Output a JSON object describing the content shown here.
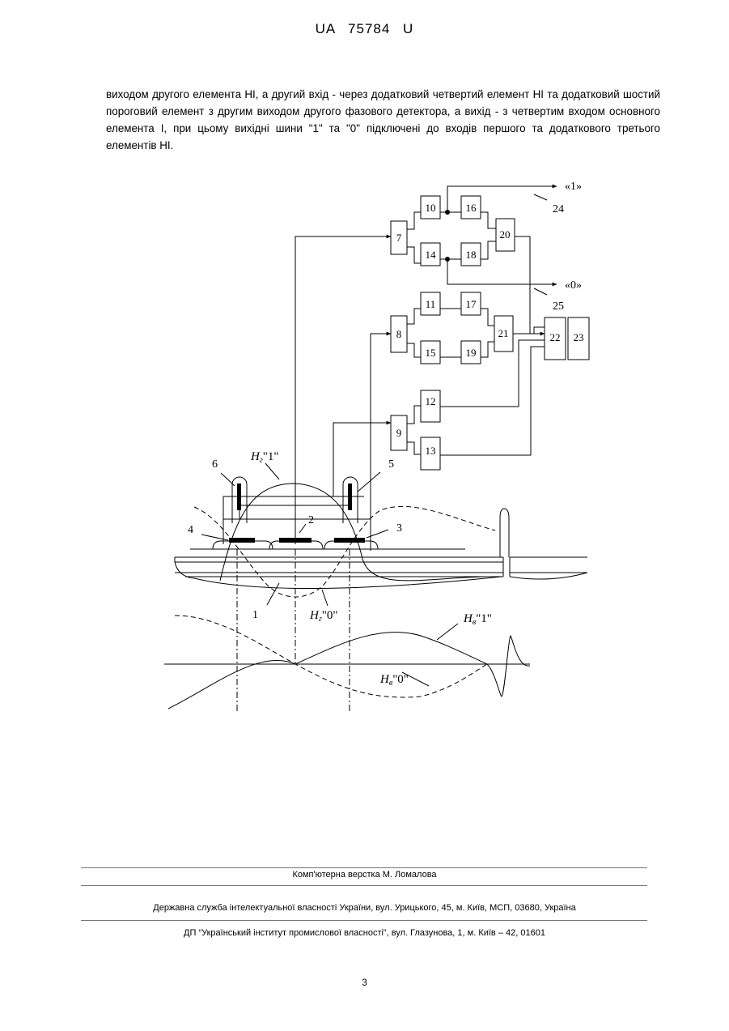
{
  "header": {
    "doc_id": "UA   75784   U"
  },
  "body_text": "виходом другого елемента НІ, а другий вхід - через додатковий четвертий елемент НІ та додатковий шостий пороговий елемент з другим виходом другого фазового детектора, а вихід - з четвертим входом основного елемента І, при цьому вихідні шини \"1\" та \"0\" підключені до входів першого та додаткового третього елементів НІ.",
  "figure": {
    "blocks": [
      "7",
      "8",
      "9",
      "10",
      "11",
      "12",
      "13",
      "14",
      "15",
      "16",
      "17",
      "18",
      "19",
      "20",
      "21",
      "22",
      "23"
    ],
    "output_1_label": "«1»",
    "output_0_label": "«0»",
    "bus_1_number": "24",
    "bus_0_number": "25",
    "labels": {
      "n1": "1",
      "n2": "2",
      "n3": "3",
      "n4": "4",
      "n5": "5",
      "n6": "6"
    },
    "field_labels": {
      "hg1_h": "H",
      "hg1_sub": "г",
      "hg1_val": "\"1\"",
      "hg0_h": "H",
      "hg0_sub": "г",
      "hg0_val": "\"0\"",
      "hv1_h": "H",
      "hv1_sub": "в",
      "hv1_val": "\"1\"",
      "hv0_h": "H",
      "hv0_sub": "в",
      "hv0_val": "\"0\""
    }
  },
  "footer": {
    "layout_credit": "Комп'ютерна верстка М. Ломалова",
    "service": "Державна служба інтелектуальної власності України, вул. Урицького, 45, м. Київ, МСП, 03680, Україна",
    "institute": "ДП “Український інститут промислової власності”, вул. Глазунова, 1, м. Київ – 42, 01601"
  },
  "page_number": "3"
}
